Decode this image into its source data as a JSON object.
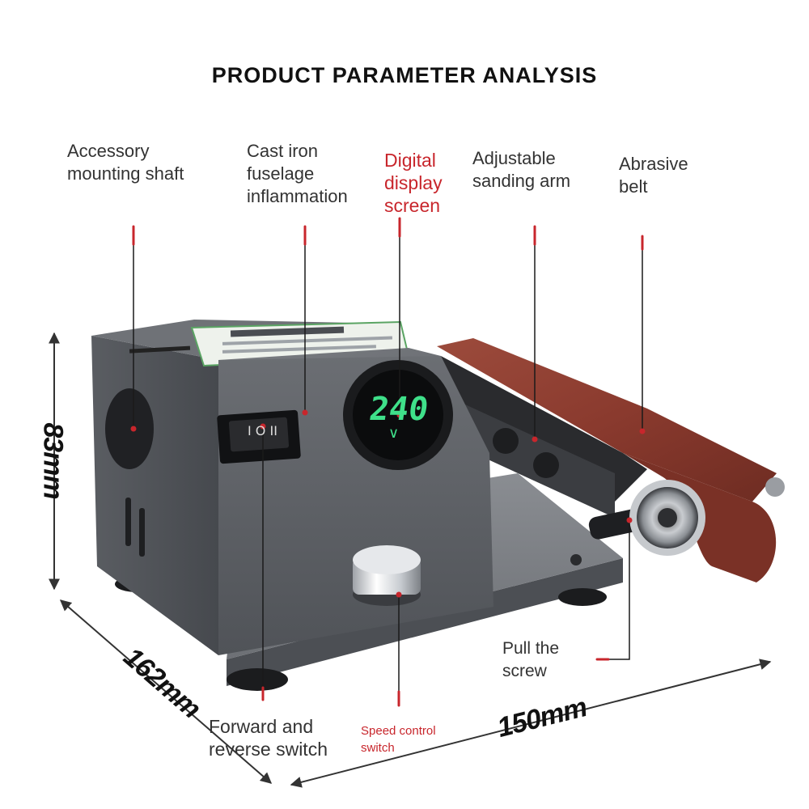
{
  "title": "PRODUCT PARAMETER ANALYSIS",
  "callouts": {
    "accessory_shaft": "Accessory\nmounting shaft",
    "cast_iron": "Cast iron\nfuselage\ninflammation",
    "digital_display": "Digital\ndisplay\nscreen",
    "sanding_arm": "Adjustable\nsanding arm",
    "abrasive_belt": "Abrasive\nbelt",
    "pull_screw": "Pull the\nscrew",
    "forward_reverse": "Forward and\nreverse switch",
    "speed_control": "Speed control\nswitch"
  },
  "dimensions": {
    "height": "83mm",
    "depth": "162mm",
    "width": "150mm"
  },
  "display_reading": "240",
  "colors": {
    "accent_red": "#c8262c",
    "body_gray": "#5e6166",
    "belt_brown": "#8a3a2e",
    "display_green": "#3fe08a"
  }
}
